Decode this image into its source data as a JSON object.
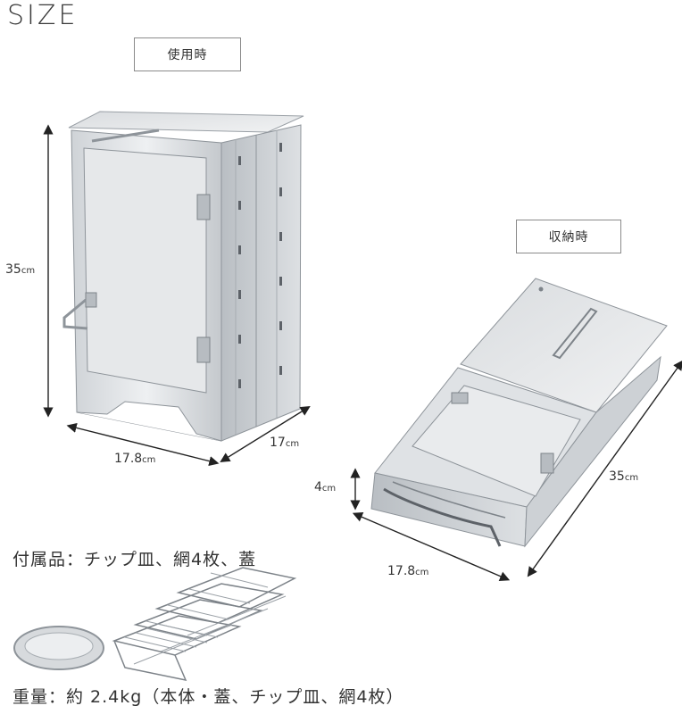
{
  "heading": "SIZE",
  "in_use": {
    "label": "使用時",
    "height_value": "35",
    "height_unit": "cm",
    "width_value": "17.8",
    "width_unit": "cm",
    "depth_value": "17",
    "depth_unit": "cm"
  },
  "stored": {
    "label": "収納時",
    "height_value": "4",
    "height_unit": "cm",
    "width_value": "17.8",
    "width_unit": "cm",
    "length_value": "35",
    "length_unit": "cm"
  },
  "accessories": "付属品：チップ皿、網4枚、蓋",
  "weight": "重量：約 2.4kg（本体・蓋、チップ皿、網4枚）",
  "colors": {
    "text": "#333333",
    "steel_light": "#e4e6e8",
    "steel_mid": "#c3c7cb",
    "steel_dark": "#9aa0a6"
  },
  "icons": [
    "arrow-icon"
  ]
}
